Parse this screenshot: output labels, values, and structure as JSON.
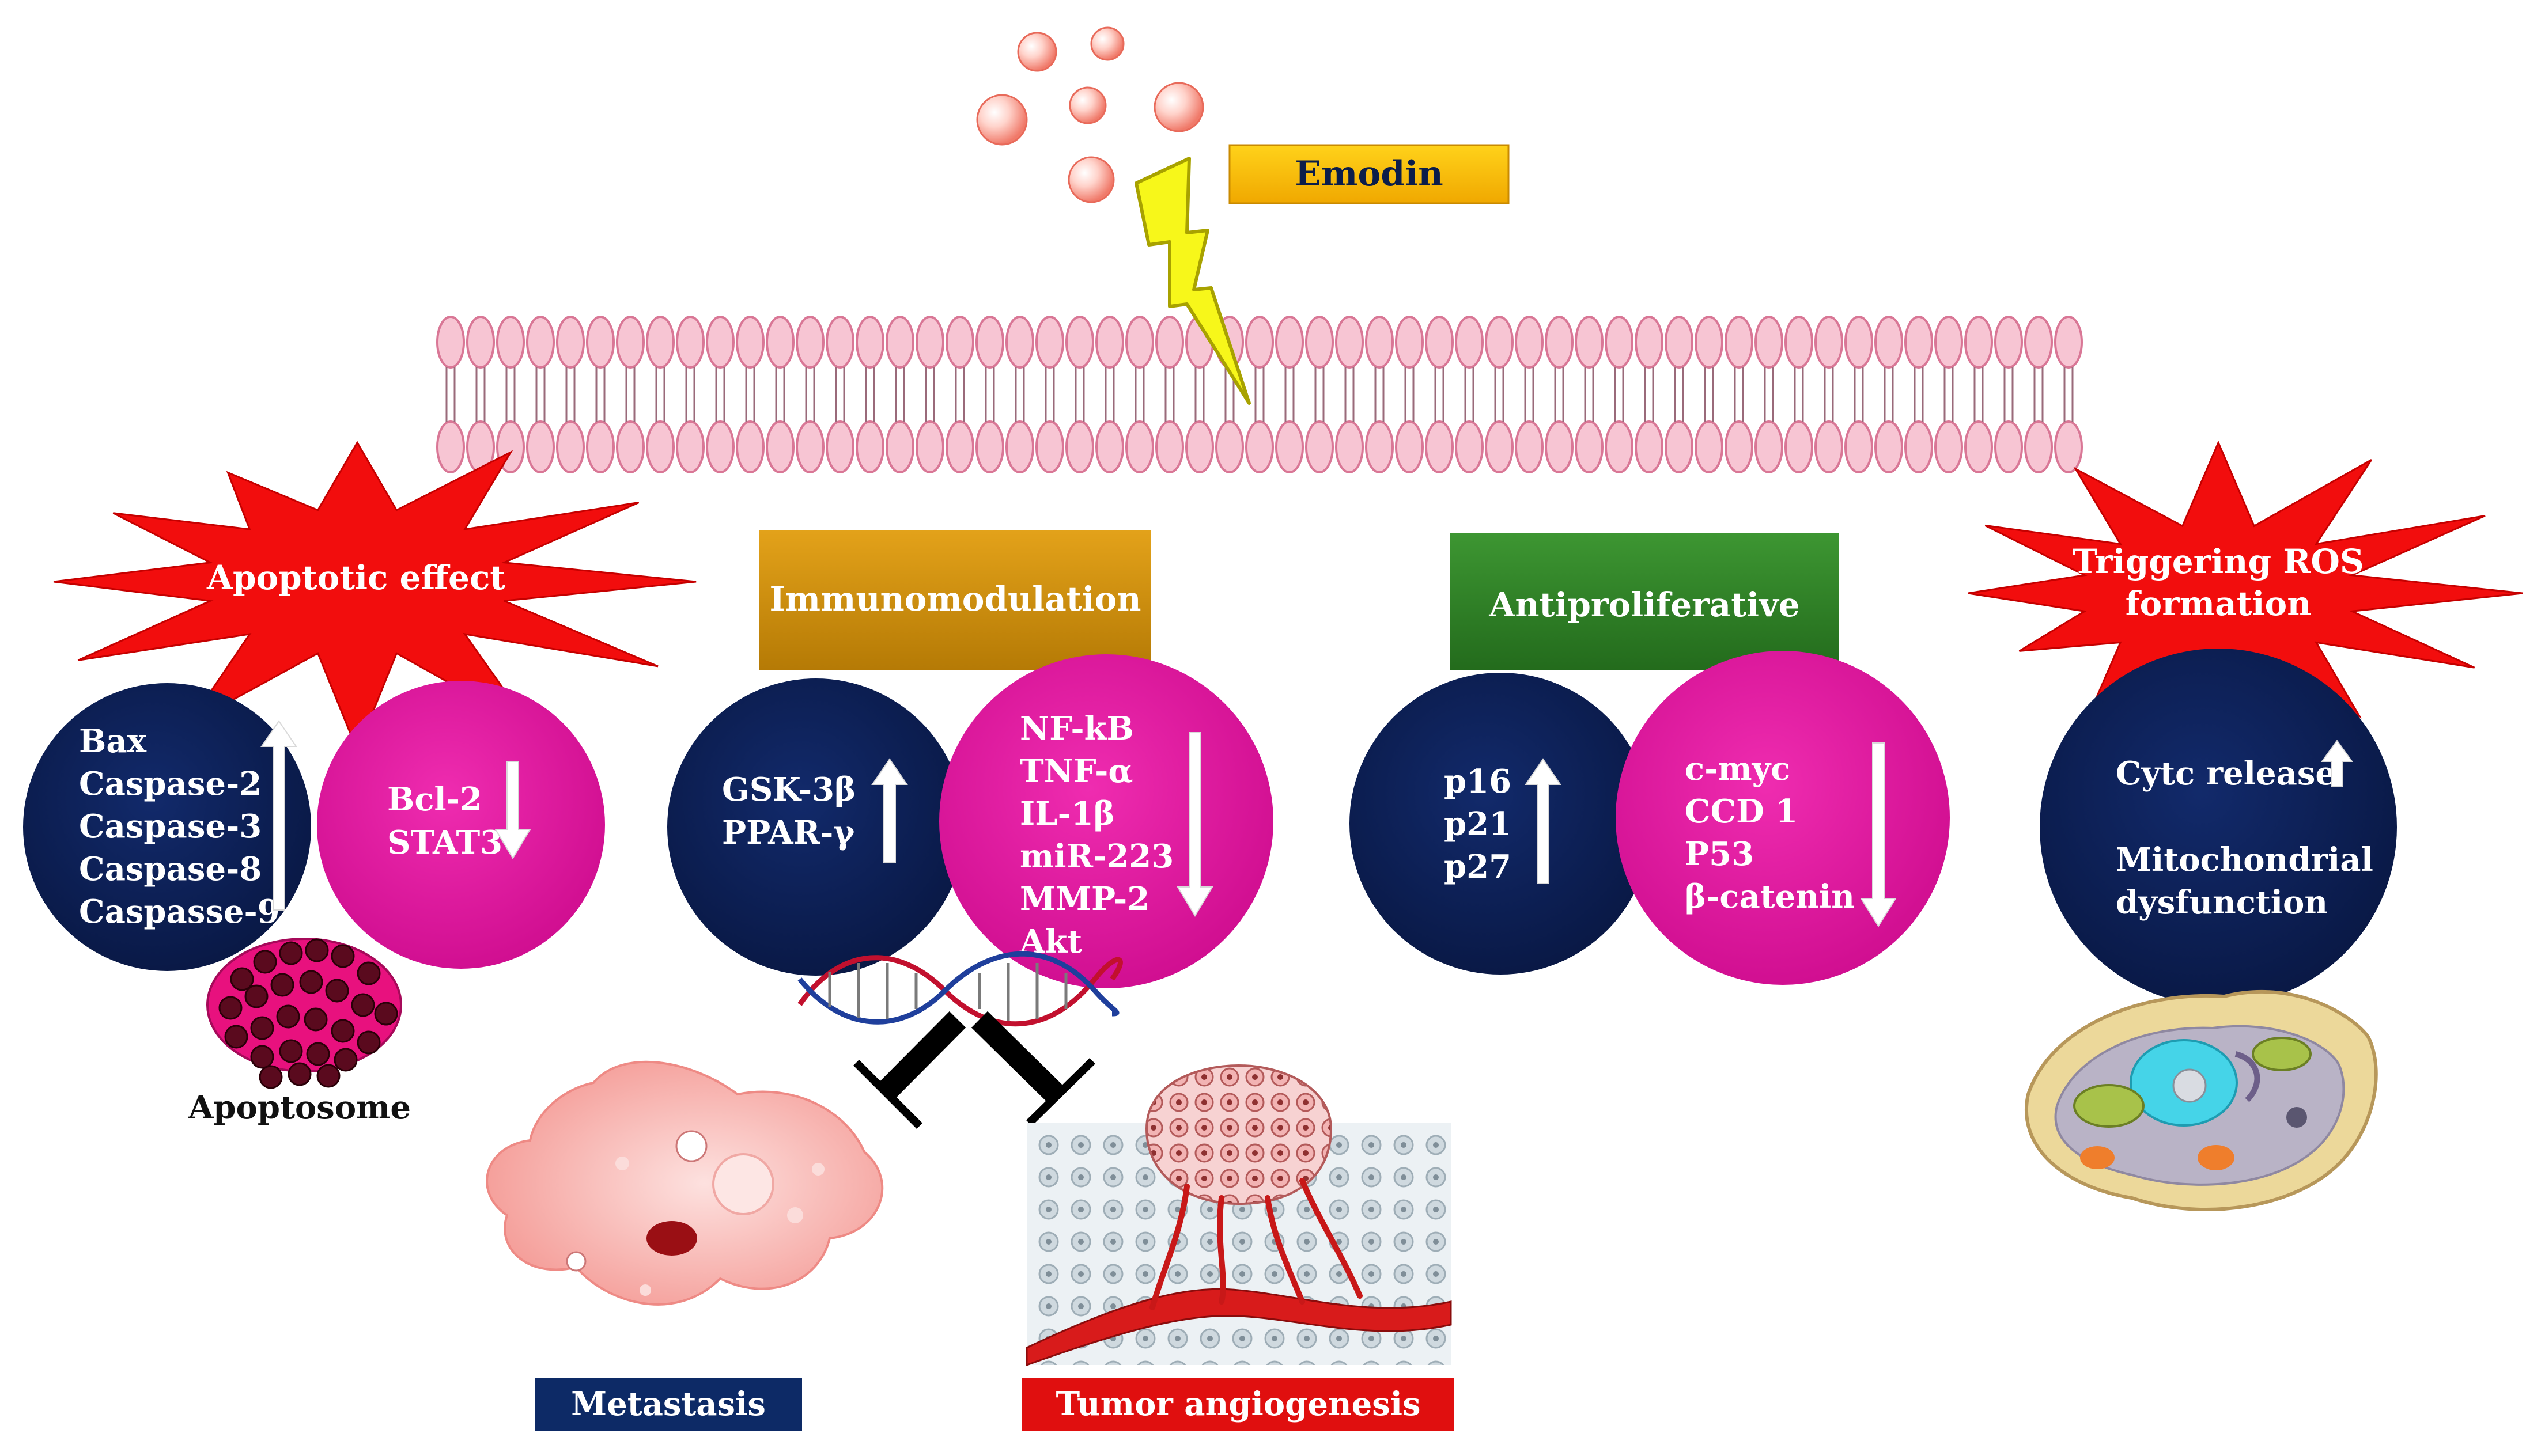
{
  "emodin_label": "Emodin",
  "boxes": {
    "immunomodulation": "Immunomodulation",
    "antiproliferative": "Antiproliferative",
    "metastasis": "Metastasis",
    "tumor_angiogenesis": "Tumor angiogenesis"
  },
  "starbursts": {
    "apoptotic": "Apoptotic effect",
    "ros_line1": "Triggering ROS",
    "ros_line2": "formation"
  },
  "apoptotic_up": [
    "Bax",
    "Caspase-2",
    "Caspase-3",
    "Caspase-8",
    "Caspasse-9"
  ],
  "apoptotic_down": [
    "Bcl-2",
    "STAT3"
  ],
  "apoptosome_label": "Apoptosome",
  "immuno_up": [
    "GSK-3β",
    "PPAR-γ"
  ],
  "immuno_down": [
    "NF-kB",
    "TNF-α",
    "IL-1β",
    "miR-223",
    "MMP-2",
    "Akt"
  ],
  "antiprolif_up": [
    "p16",
    "p21",
    "p27"
  ],
  "antiprolif_down": [
    "c-myc",
    "CCD 1",
    "P53",
    "β-catenin"
  ],
  "ros_circle": {
    "line1": "Cytc release",
    "line2": "Mitochondrial",
    "line3": "dysfunction"
  },
  "colors": {
    "navy": "#0b1e52",
    "magenta": "#e0119e",
    "red_burst": "#f20d0d",
    "gold_box": "#cc8f0a",
    "green_box": "#2e7d25",
    "emodin_box": "#f5b800",
    "membrane": "#f7c5d3",
    "metastasis_box": "#0d2a66",
    "angiogenesis_box": "#e00f0f"
  }
}
